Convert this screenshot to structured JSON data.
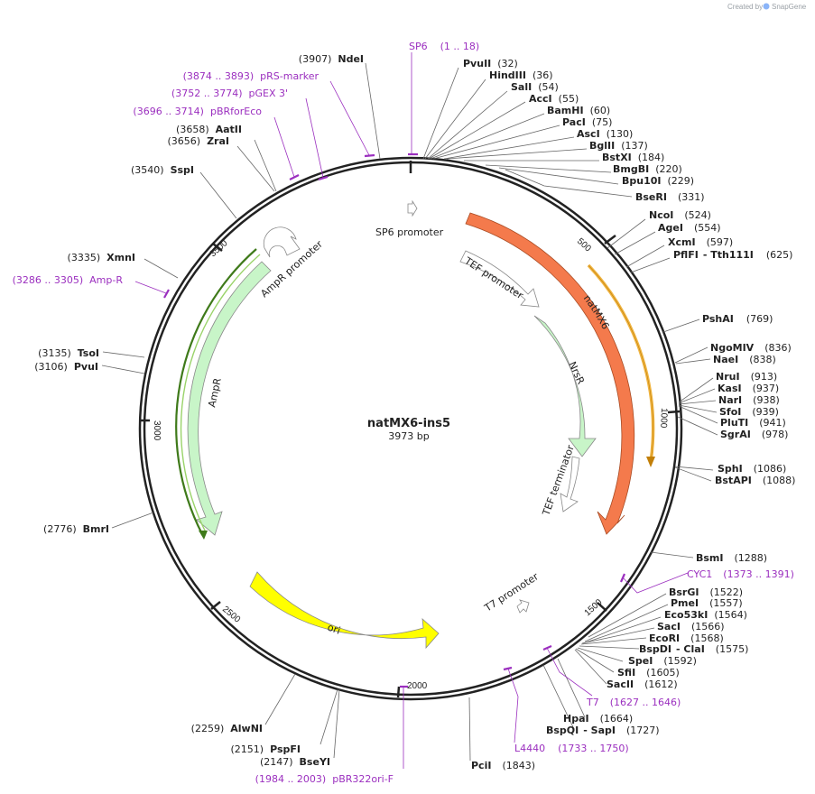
{
  "header": {
    "created_by": "Created by",
    "brand": "SnapGene"
  },
  "plasmid": {
    "name": "natMX6-ins5",
    "size": "3973 bp"
  },
  "colors": {
    "natMX6": "#f47a4c",
    "orange_arc": "#f0b542",
    "nrsr": "#c8f5c8",
    "ampr": "#c8f5c8",
    "ori": "#ffff00",
    "feature_label": "#9b2fbf",
    "green_arc": "#3f7a1a"
  },
  "ticks": [
    {
      "text": "500"
    },
    {
      "text": "1000"
    },
    {
      "text": "1500"
    },
    {
      "text": "2000"
    },
    {
      "text": "2500"
    },
    {
      "text": "3000"
    },
    {
      "text": "3500"
    }
  ],
  "enzymes_right": [
    {
      "name": "PvuII",
      "pos": "(32)"
    },
    {
      "name": "HindIII",
      "pos": "(36)"
    },
    {
      "name": "SalI",
      "pos": "(54)"
    },
    {
      "name": "AccI",
      "pos": "(55)"
    },
    {
      "name": "BamHI",
      "pos": "(60)"
    },
    {
      "name": "PacI",
      "pos": "(75)"
    },
    {
      "name": "AscI",
      "pos": "(130)"
    },
    {
      "name": "BglII",
      "pos": "(137)"
    },
    {
      "name": "BstXI",
      "pos": "(184)"
    },
    {
      "name": "BmgBI",
      "pos": "(220)"
    },
    {
      "name": "Bpu10I",
      "pos": "(229)"
    },
    {
      "name": "BseRI",
      "pos": "(331)"
    },
    {
      "name": "NcoI",
      "pos": "(524)"
    },
    {
      "name": "AgeI",
      "pos": "(554)"
    },
    {
      "name": "XcmI",
      "pos": "(597)"
    },
    {
      "name": "PflFI",
      "name2": "- Tth111I",
      "pos": "(625)"
    },
    {
      "name": "PshAI",
      "pos": "(769)"
    },
    {
      "name": "NgoMIV",
      "pos": "(836)"
    },
    {
      "name": "NaeI",
      "pos": "(838)"
    },
    {
      "name": "NruI",
      "pos": "(913)"
    },
    {
      "name": "KasI",
      "pos": "(937)"
    },
    {
      "name": "NarI",
      "pos": "(938)"
    },
    {
      "name": "SfoI",
      "pos": "(939)"
    },
    {
      "name": "PluTI",
      "pos": "(941)"
    },
    {
      "name": "SgrAI",
      "pos": "(978)"
    },
    {
      "name": "SphI",
      "pos": "(1086)"
    },
    {
      "name": "BstAPI",
      "pos": "(1088)"
    },
    {
      "name": "BsmI",
      "pos": "(1288)"
    },
    {
      "name": "BsrGI",
      "pos": "(1522)"
    },
    {
      "name": "PmeI",
      "pos": "(1557)"
    },
    {
      "name": "Eco53kI",
      "pos": "(1564)"
    },
    {
      "name": "SacI",
      "pos": "(1566)"
    },
    {
      "name": "EcoRI",
      "pos": "(1568)"
    },
    {
      "name": "BspDI",
      "name2": "- ClaI",
      "pos": "(1575)"
    },
    {
      "name": "SpeI",
      "pos": "(1592)"
    },
    {
      "name": "SfiI",
      "pos": "(1605)"
    },
    {
      "name": "SacII",
      "pos": "(1612)"
    },
    {
      "name": "HpaI",
      "pos": "(1664)"
    },
    {
      "name": "BspQI",
      "name2": "- SapI",
      "pos": "(1727)"
    },
    {
      "name": "PciI",
      "pos": "(1843)"
    }
  ],
  "enzymes_left": [
    {
      "name": "NdeI",
      "pos": "(3907)"
    },
    {
      "name": "AatII",
      "pos": "(3658)"
    },
    {
      "name": "ZraI",
      "pos": "(3656)"
    },
    {
      "name": "SspI",
      "pos": "(3540)"
    },
    {
      "name": "XmnI",
      "pos": "(3335)"
    },
    {
      "name": "TsoI",
      "pos": "(3135)"
    },
    {
      "name": "PvuI",
      "pos": "(3106)"
    },
    {
      "name": "BmrI",
      "pos": "(2776)"
    },
    {
      "name": "AlwNI",
      "pos": "(2259)"
    },
    {
      "name": "PspFI",
      "pos": "(2151)"
    },
    {
      "name": "BseYI",
      "pos": "(2147)"
    }
  ],
  "primers": [
    {
      "name": "SP6",
      "range": "(1 .. 18)"
    },
    {
      "name": "pRS-marker",
      "range": "(3874 .. 3893)"
    },
    {
      "name": "pGEX 3'",
      "range": "(3752 .. 3774)"
    },
    {
      "name": "pBRforEco",
      "range": "(3696 .. 3714)"
    },
    {
      "name": "Amp-R",
      "range": "(3286 .. 3305)"
    },
    {
      "name": "CYC1",
      "range": "(1373 .. 1391)"
    },
    {
      "name": "T7",
      "range": "(1627 .. 1646)"
    },
    {
      "name": "L4440",
      "range": "(1733 .. 1750)"
    },
    {
      "name": "pBR322ori-F",
      "range": "(1984 .. 2003)"
    }
  ],
  "features": {
    "sp6_promoter": "SP6 promoter",
    "tef_promoter": "TEF promoter",
    "natmx6": "natMX6",
    "nrsr": "NrsR",
    "tef_terminator": "TEF terminator",
    "t7_promoter": "T7 promoter",
    "ori": "ori",
    "ampr": "AmpR",
    "ampr_promoter": "AmpR promoter"
  }
}
